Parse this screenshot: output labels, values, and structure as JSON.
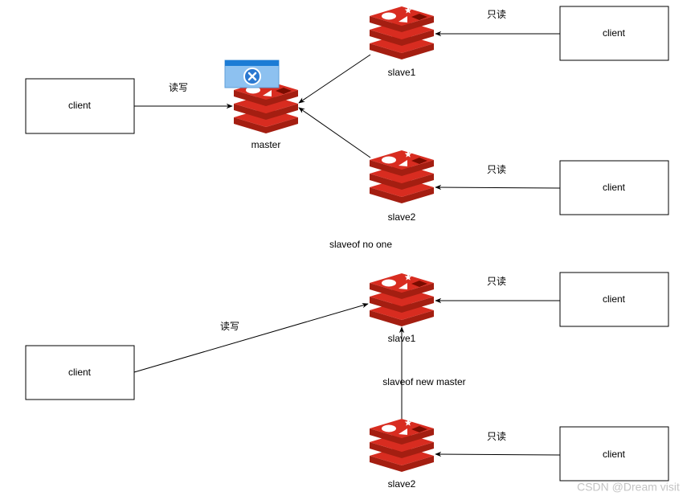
{
  "diagram": {
    "top": {
      "client_writer": "client",
      "writer_edge_label": "读写",
      "master": {
        "label": "master",
        "icon": "redis-icon",
        "overlay_icon": "close-icon"
      },
      "slave1": {
        "label": "slave1",
        "icon": "redis-icon"
      },
      "slave2": {
        "label": "slave2",
        "icon": "redis-icon"
      },
      "client_slave1": "client",
      "client_slave1_edge_label": "只读",
      "client_slave2": "client",
      "client_slave2_edge_label": "只读"
    },
    "transition_label": "slaveof no one",
    "bottom": {
      "client_writer": "client",
      "writer_edge_label": "读写",
      "slave1": {
        "label": "slave1",
        "icon": "redis-icon"
      },
      "slave2": {
        "label": "slave2",
        "icon": "redis-icon"
      },
      "promotion_edge_label": "slaveof new master",
      "client_slave1": "client",
      "client_slave1_edge_label": "只读",
      "client_slave2": "client",
      "client_slave2_edge_label": "只读"
    }
  },
  "watermark": "CSDN @Dream visit",
  "colors": {
    "redis_face": "#D82C20",
    "redis_side": "#A41E11",
    "redis_mark": "#7A0C00",
    "window_header": "#1C7CD5",
    "window_body": "#8DC1F0",
    "watermark": "#C4C4C4"
  }
}
